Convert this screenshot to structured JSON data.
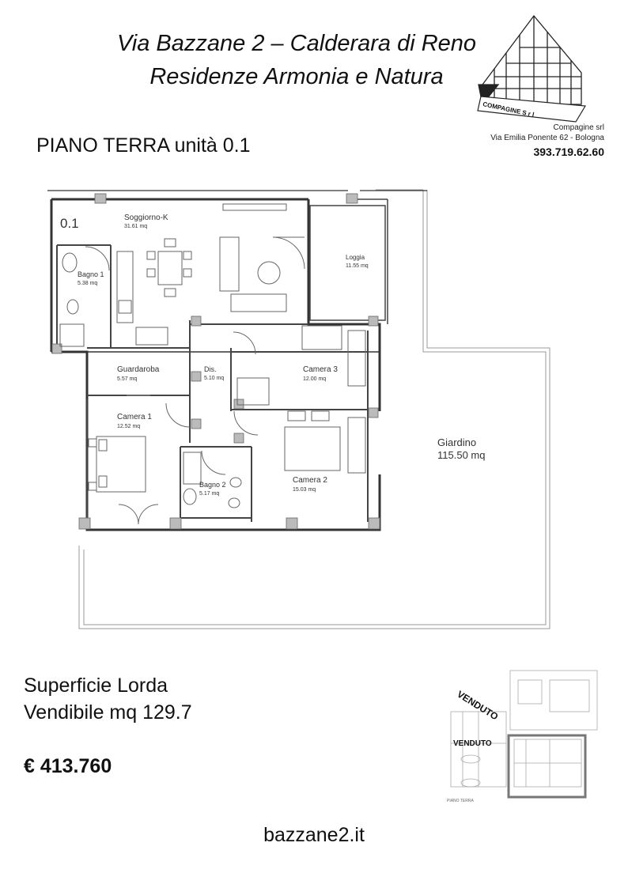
{
  "header": {
    "title_line1": "Via Bazzane 2 – Calderara di Reno",
    "title_line2": "Residenze Armonia e Natura",
    "unit_label": "PIANO TERRA unità 0.1"
  },
  "company": {
    "logo_text": "COMPAGINE S r l",
    "name": "Compagine srl",
    "address": "Via Emilia Ponente 62 - Bologna",
    "phone": "393.719.62.60"
  },
  "plan": {
    "unit_number": "0.1",
    "rooms": [
      {
        "name": "Soggiorno-K",
        "area": "31.61 mq"
      },
      {
        "name": "Bagno 1",
        "area": "5.38 mq"
      },
      {
        "name": "Loggia",
        "area": "11.55 mq"
      },
      {
        "name": "Guardaroba",
        "area": "5.57 mq"
      },
      {
        "name": "Dis.",
        "area": "5.10 mq"
      },
      {
        "name": "Camera 3",
        "area": "12.00 mq"
      },
      {
        "name": "Camera 1",
        "area": "12.52 mq"
      },
      {
        "name": "Bagno 2",
        "area": "5.17 mq"
      },
      {
        "name": "Camera 2",
        "area": "15.03 mq"
      },
      {
        "name": "Giardino",
        "area": "115.50 mq"
      }
    ]
  },
  "sale": {
    "surface_line1": "Superficie Lorda",
    "surface_line2": "Vendibile mq 129.7",
    "price": "€ 413.760"
  },
  "keyplan": {
    "stamp1": "VENDUTO",
    "stamp2": "VENDUTO",
    "caption": "PIANO TERRA"
  },
  "footer": {
    "website": "bazzane2.it"
  }
}
